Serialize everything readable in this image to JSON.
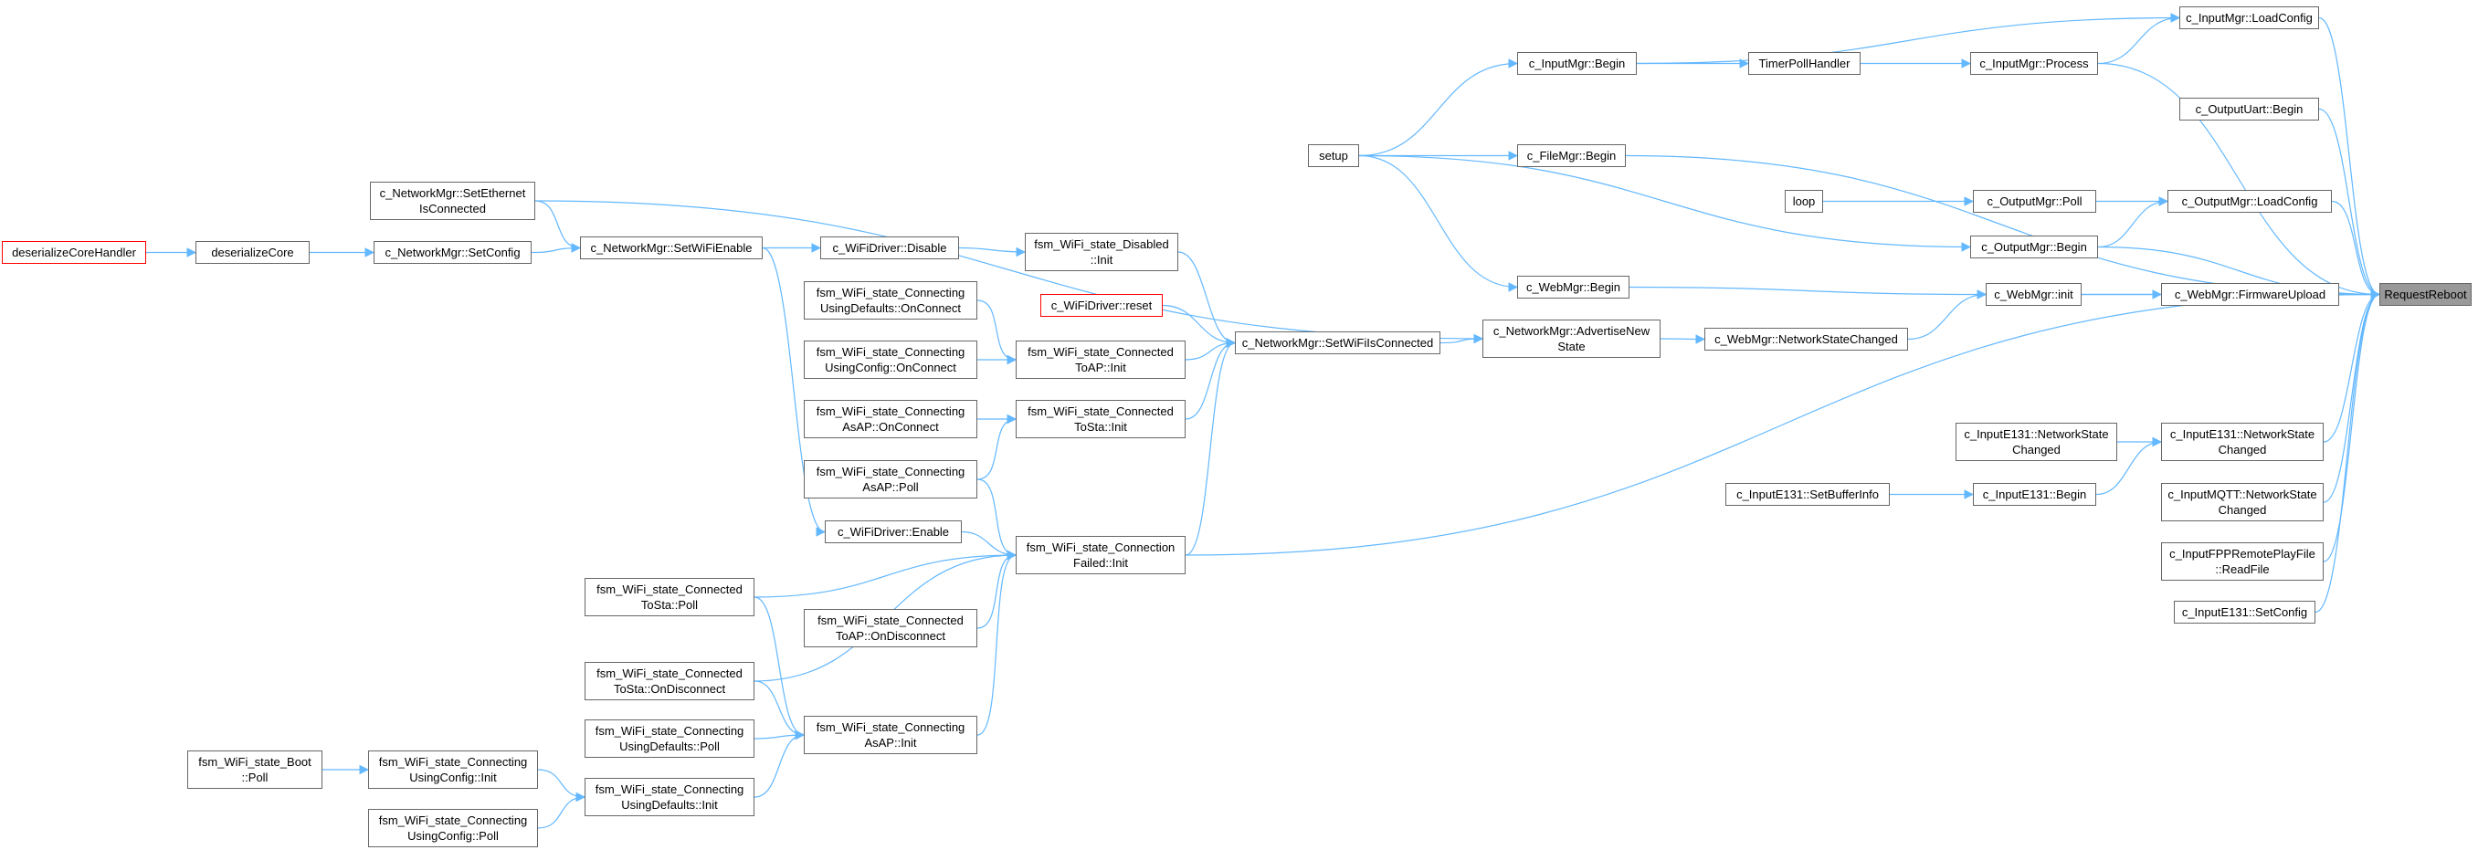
{
  "diagram": {
    "nodes": [
      {
        "id": "RequestReboot",
        "lines": [
          "RequestReboot"
        ],
        "style": "root"
      },
      {
        "id": "InputMgrLoadConfig",
        "lines": [
          "c_InputMgr::LoadConfig"
        ]
      },
      {
        "id": "InputMgrProcess",
        "lines": [
          "c_InputMgr::Process"
        ]
      },
      {
        "id": "TimerPollHandler",
        "lines": [
          "TimerPollHandler"
        ]
      },
      {
        "id": "InputMgrBegin",
        "lines": [
          "c_InputMgr::Begin"
        ]
      },
      {
        "id": "setup",
        "lines": [
          "setup"
        ]
      },
      {
        "id": "OutputUartBegin",
        "lines": [
          "c_OutputUart::Begin"
        ]
      },
      {
        "id": "FileMgrBegin",
        "lines": [
          "c_FileMgr::Begin"
        ]
      },
      {
        "id": "loop",
        "lines": [
          "loop"
        ]
      },
      {
        "id": "OutputMgrPoll",
        "lines": [
          "c_OutputMgr::Poll"
        ]
      },
      {
        "id": "OutputMgrLoadConfig",
        "lines": [
          "c_OutputMgr::LoadConfig"
        ]
      },
      {
        "id": "OutputMgrBegin",
        "lines": [
          "c_OutputMgr::Begin"
        ]
      },
      {
        "id": "WebMgrBegin",
        "lines": [
          "c_WebMgr::Begin"
        ]
      },
      {
        "id": "WebMgrInit",
        "lines": [
          "c_WebMgr::init"
        ]
      },
      {
        "id": "WebMgrFirmwareUpload",
        "lines": [
          "c_WebMgr::FirmwareUpload"
        ]
      },
      {
        "id": "NetMgrAdvertise",
        "lines": [
          "c_NetworkMgr::AdvertiseNew",
          "State"
        ]
      },
      {
        "id": "WebMgrNetworkStateChanged",
        "lines": [
          "c_WebMgr::NetworkStateChanged"
        ]
      },
      {
        "id": "NetMgrSetWiFiIsConnected",
        "lines": [
          "c_NetworkMgr::SetWiFiIsConnected"
        ]
      },
      {
        "id": "NetMgrSetEthernet",
        "lines": [
          "c_NetworkMgr::SetEthernet",
          "IsConnected"
        ]
      },
      {
        "id": "deserializeCoreHandler",
        "lines": [
          "deserializeCoreHandler"
        ],
        "style": "red"
      },
      {
        "id": "deserializeCore",
        "lines": [
          "deserializeCore"
        ]
      },
      {
        "id": "NetMgrSetConfig",
        "lines": [
          "c_NetworkMgr::SetConfig"
        ]
      },
      {
        "id": "NetMgrSetWiFiEnable",
        "lines": [
          "c_NetworkMgr::SetWiFiEnable"
        ]
      },
      {
        "id": "WiFiDriverDisable",
        "lines": [
          "c_WiFiDriver::Disable"
        ]
      },
      {
        "id": "fsmDisabledInit",
        "lines": [
          "fsm_WiFi_state_Disabled",
          "::Init"
        ]
      },
      {
        "id": "WiFiDriverReset",
        "lines": [
          "c_WiFiDriver::reset"
        ],
        "style": "red"
      },
      {
        "id": "fsmConnUsingDefaultsOnConnect",
        "lines": [
          "fsm_WiFi_state_Connecting",
          "UsingDefaults::OnConnect"
        ]
      },
      {
        "id": "fsmConnectedToAPInit",
        "lines": [
          "fsm_WiFi_state_Connected",
          "ToAP::Init"
        ]
      },
      {
        "id": "fsmConnUsingConfigOnConnect",
        "lines": [
          "fsm_WiFi_state_Connecting",
          "UsingConfig::OnConnect"
        ]
      },
      {
        "id": "fsmConnAsAPOnConnect",
        "lines": [
          "fsm_WiFi_state_Connecting",
          "AsAP::OnConnect"
        ]
      },
      {
        "id": "fsmConnectedToStaInit",
        "lines": [
          "fsm_WiFi_state_Connected",
          "ToSta::Init"
        ]
      },
      {
        "id": "fsmConnAsAPPoll",
        "lines": [
          "fsm_WiFi_state_Connecting",
          "AsAP::Poll"
        ]
      },
      {
        "id": "WiFiDriverEnable",
        "lines": [
          "c_WiFiDriver::Enable"
        ]
      },
      {
        "id": "fsmConnectionFailedInit",
        "lines": [
          "fsm_WiFi_state_Connection",
          "Failed::Init"
        ]
      },
      {
        "id": "fsmConnectedToStaPoll",
        "lines": [
          "fsm_WiFi_state_Connected",
          "ToSta::Poll"
        ]
      },
      {
        "id": "fsmConnectedToAPOnDisconnect",
        "lines": [
          "fsm_WiFi_state_Connected",
          "ToAP::OnDisconnect"
        ]
      },
      {
        "id": "fsmConnectedToStaOnDisconnect",
        "lines": [
          "fsm_WiFi_state_Connected",
          "ToSta::OnDisconnect"
        ]
      },
      {
        "id": "fsmConnUsingDefaultsPoll",
        "lines": [
          "fsm_WiFi_state_Connecting",
          "UsingDefaults::Poll"
        ]
      },
      {
        "id": "fsmConnAsAPInit",
        "lines": [
          "fsm_WiFi_state_Connecting",
          "AsAP::Init"
        ]
      },
      {
        "id": "fsmBootPoll",
        "lines": [
          "fsm_WiFi_state_Boot",
          "::Poll"
        ]
      },
      {
        "id": "fsmConnUsingConfigInit",
        "lines": [
          "fsm_WiFi_state_Connecting",
          "UsingConfig::Init"
        ]
      },
      {
        "id": "fsmConnUsingDefaultsInit",
        "lines": [
          "fsm_WiFi_state_Connecting",
          "UsingDefaults::Init"
        ]
      },
      {
        "id": "fsmConnUsingConfigPoll",
        "lines": [
          "fsm_WiFi_state_Connecting",
          "UsingConfig::Poll"
        ]
      },
      {
        "id": "InputE131NetworkStateChangedA",
        "lines": [
          "c_InputE131::NetworkState",
          "Changed"
        ]
      },
      {
        "id": "InputE131NetworkStateChangedB",
        "lines": [
          "c_InputE131::NetworkState",
          "Changed"
        ]
      },
      {
        "id": "InputE131SetBufferInfo",
        "lines": [
          "c_InputE131::SetBufferInfo"
        ]
      },
      {
        "id": "InputE131Begin",
        "lines": [
          "c_InputE131::Begin"
        ]
      },
      {
        "id": "InputMQTTNetworkStateChanged",
        "lines": [
          "c_InputMQTT::NetworkState",
          "Changed"
        ]
      },
      {
        "id": "InputFPPReadFile",
        "lines": [
          "c_InputFPPRemotePlayFile",
          "::ReadFile"
        ]
      },
      {
        "id": "InputE131SetConfig",
        "lines": [
          "c_InputE131::SetConfig"
        ]
      }
    ],
    "edges": [
      [
        "InputMgrLoadConfig",
        "RequestReboot"
      ],
      [
        "InputMgrProcess",
        "RequestReboot"
      ],
      [
        "OutputUartBegin",
        "RequestReboot"
      ],
      [
        "FileMgrBegin",
        "RequestReboot"
      ],
      [
        "OutputMgrLoadConfig",
        "RequestReboot"
      ],
      [
        "OutputMgrBegin",
        "RequestReboot"
      ],
      [
        "WebMgrFirmwareUpload",
        "RequestReboot"
      ],
      [
        "WebMgrInit",
        "RequestReboot"
      ],
      [
        "fsmConnectionFailedInit",
        "RequestReboot"
      ],
      [
        "InputE131NetworkStateChangedB",
        "RequestReboot"
      ],
      [
        "InputMQTTNetworkStateChanged",
        "RequestReboot"
      ],
      [
        "InputFPPReadFile",
        "RequestReboot"
      ],
      [
        "InputE131SetConfig",
        "RequestReboot"
      ],
      [
        "InputMgrBegin",
        "InputMgrLoadConfig"
      ],
      [
        "InputMgrProcess",
        "InputMgrLoadConfig"
      ],
      [
        "InputMgrBegin",
        "TimerPollHandler"
      ],
      [
        "TimerPollHandler",
        "InputMgrProcess"
      ],
      [
        "setup",
        "InputMgrBegin"
      ],
      [
        "setup",
        "FileMgrBegin"
      ],
      [
        "setup",
        "OutputMgrBegin"
      ],
      [
        "setup",
        "WebMgrBegin"
      ],
      [
        "loop",
        "OutputMgrPoll"
      ],
      [
        "OutputMgrPoll",
        "OutputMgrLoadConfig"
      ],
      [
        "OutputMgrBegin",
        "OutputMgrLoadConfig"
      ],
      [
        "WebMgrBegin",
        "WebMgrInit"
      ],
      [
        "WebMgrInit",
        "WebMgrFirmwareUpload"
      ],
      [
        "WebMgrNetworkStateChanged",
        "WebMgrInit"
      ],
      [
        "NetMgrAdvertise",
        "WebMgrNetworkStateChanged"
      ],
      [
        "NetMgrSetWiFiIsConnected",
        "NetMgrAdvertise"
      ],
      [
        "NetMgrSetEthernet",
        "NetMgrAdvertise"
      ],
      [
        "deserializeCoreHandler",
        "deserializeCore"
      ],
      [
        "deserializeCore",
        "NetMgrSetConfig"
      ],
      [
        "NetMgrSetConfig",
        "NetMgrSetWiFiEnable"
      ],
      [
        "NetMgrSetEthernet",
        "NetMgrSetWiFiEnable"
      ],
      [
        "NetMgrSetWiFiEnable",
        "WiFiDriverDisable"
      ],
      [
        "NetMgrSetWiFiEnable",
        "WiFiDriverEnable"
      ],
      [
        "WiFiDriverDisable",
        "fsmDisabledInit"
      ],
      [
        "fsmDisabledInit",
        "NetMgrSetWiFiIsConnected"
      ],
      [
        "WiFiDriverReset",
        "NetMgrSetWiFiIsConnected"
      ],
      [
        "fsmConnectedToAPInit",
        "NetMgrSetWiFiIsConnected"
      ],
      [
        "fsmConnectedToStaInit",
        "NetMgrSetWiFiIsConnected"
      ],
      [
        "fsmConnectionFailedInit",
        "NetMgrSetWiFiIsConnected"
      ],
      [
        "fsmConnUsingDefaultsOnConnect",
        "fsmConnectedToAPInit"
      ],
      [
        "fsmConnUsingConfigOnConnect",
        "fsmConnectedToAPInit"
      ],
      [
        "fsmConnAsAPOnConnect",
        "fsmConnectedToStaInit"
      ],
      [
        "fsmConnAsAPPoll",
        "fsmConnectedToStaInit"
      ],
      [
        "fsmConnAsAPPoll",
        "fsmConnectionFailedInit"
      ],
      [
        "WiFiDriverEnable",
        "fsmConnectionFailedInit"
      ],
      [
        "fsmConnectedToStaPoll",
        "fsmConnectionFailedInit"
      ],
      [
        "fsmConnectedToAPOnDisconnect",
        "fsmConnectionFailedInit"
      ],
      [
        "fsmConnectedToStaOnDisconnect",
        "fsmConnectionFailedInit"
      ],
      [
        "fsmConnAsAPInit",
        "fsmConnectionFailedInit"
      ],
      [
        "fsmConnectedToStaPoll",
        "fsmConnAsAPInit"
      ],
      [
        "fsmConnectedToStaOnDisconnect",
        "fsmConnAsAPInit"
      ],
      [
        "fsmConnUsingDefaultsPoll",
        "fsmConnAsAPInit"
      ],
      [
        "fsmConnUsingDefaultsInit",
        "fsmConnAsAPInit"
      ],
      [
        "fsmBootPoll",
        "fsmConnUsingConfigInit"
      ],
      [
        "fsmConnUsingConfigInit",
        "fsmConnUsingDefaultsInit"
      ],
      [
        "fsmConnUsingConfigPoll",
        "fsmConnUsingDefaultsInit"
      ],
      [
        "InputE131NetworkStateChangedA",
        "InputE131NetworkStateChangedB"
      ],
      [
        "InputE131SetBufferInfo",
        "InputE131Begin"
      ],
      [
        "InputE131Begin",
        "InputE131NetworkStateChangedB"
      ]
    ]
  }
}
